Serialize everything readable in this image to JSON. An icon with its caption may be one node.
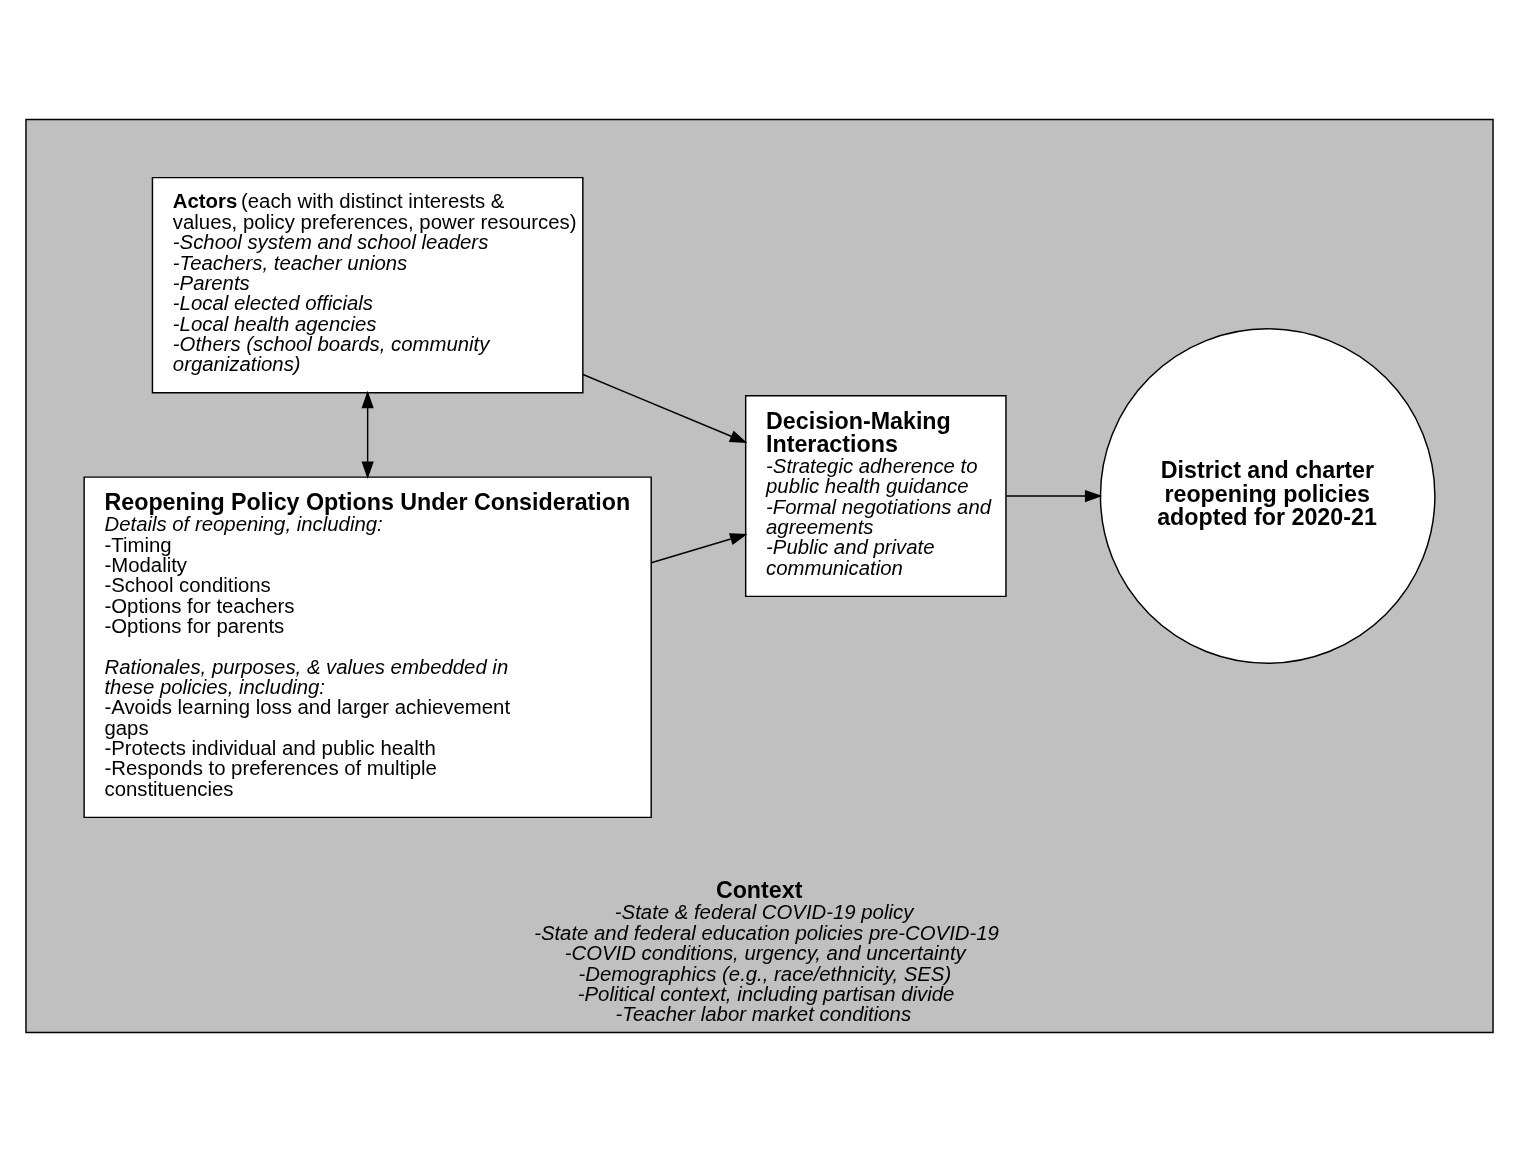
{
  "diagram": {
    "nodes": [
      {
        "text": [
          "Context",
          "-State & federal COVID-19 policy",
          "-State and federal education policies pre-COVID-19",
          "-COVID conditions, urgency, and uncertainty",
          "-Demographics (e.g., race/ethnicity, SES)",
          "-Political context, including partisan divide",
          "-Teacher labor market conditions"
        ]
      },
      {
        "text": [
          "Reopening Policy Options Under Consideration",
          "Details of reopening, including:",
          "-Timing",
          "-Modality",
          "-School conditions",
          "-Options for teachers",
          "-Options for parents",
          "Rationales, purposes, & values embedded in these policies, including:",
          "-Avoids learning loss and larger achievement gaps",
          "-Protects individual and public health",
          "-Responds to preferences of multiple constituencies"
        ],
        "in": 0
      },
      {
        "text": [
          "**Actors** (each with distinct interests & values, policy preferences, power resources)",
          "-School system and school leaders",
          "-Teachers, teacher unions",
          "-Parents",
          "-Local elected officials",
          "-Local health agencies",
          "-Others (school boards, community organizations)"
        ],
        "in": 0
      },
      {
        "text": [
          "Decision-Making Interactions",
          "-Strategic adherence to public health guidance",
          "-Formal negotiations and agreements",
          "-Public and private communication"
        ],
        "in": 0
      },
      {
        "text": [
          "District and charter reopening policies adopted for 2020-21"
        ],
        "in": 0
      }
    ],
    "edges": [
      {
        "from": 1,
        "to": 3,
        "arrow": "to"
      },
      {
        "from": 1,
        "to": 2,
        "arrow": "both"
      },
      {
        "from": 2,
        "to": 3,
        "arrow": "to"
      },
      {
        "from": 3,
        "to": 4,
        "arrow": "to"
      }
    ]
  }
}
